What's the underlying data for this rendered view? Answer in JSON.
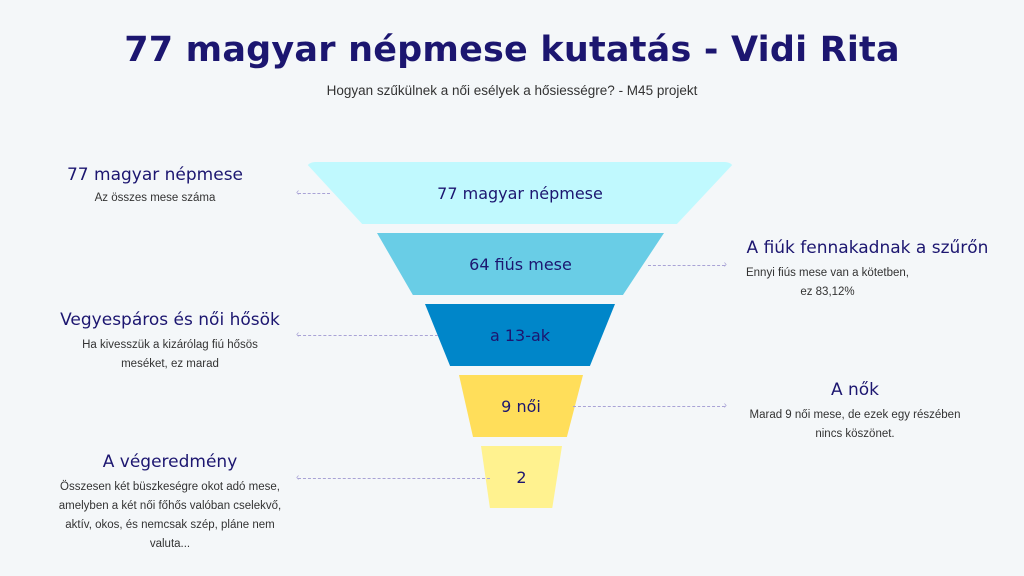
{
  "header": {
    "title": "77 magyar népmese kutatás - Vidi Rita",
    "subtitle": "Hogyan szűkülnek a női esélyek a hősiességre? - M45 projekt"
  },
  "funnel": [
    {
      "label": "77 magyar népmese",
      "color": "#c0f9fe"
    },
    {
      "label": "64 fiús mese",
      "color": "#69cde6"
    },
    {
      "label": "a 13-ak",
      "color": "#0086c9"
    },
    {
      "label": "9 női",
      "color": "#ffde5a"
    },
    {
      "label": "2",
      "color": "#fff28f"
    }
  ],
  "annotations": [
    {
      "title": "77 magyar népmese",
      "text": "Az összes mese száma"
    },
    {
      "title": "A fiúk fennakadnak a szűrőn",
      "text": "Ennyi fiús mese van a kötetben, ez 83,12%"
    },
    {
      "title": "Vegyespáros és női hősök",
      "text": "Ha kivesszük a kizárólag fiú hősös meséket, ez marad"
    },
    {
      "title": "A nők",
      "text": "Marad 9 női mese, de ezek egy részében nincs köszönet."
    },
    {
      "title": "A végeredmény",
      "text": "Összesen két büszkeségre okot adó mese, amelyben a két női főhős valóban cselekvő, aktív, okos, és nemcsak szép, pláne nem valuta..."
    }
  ]
}
